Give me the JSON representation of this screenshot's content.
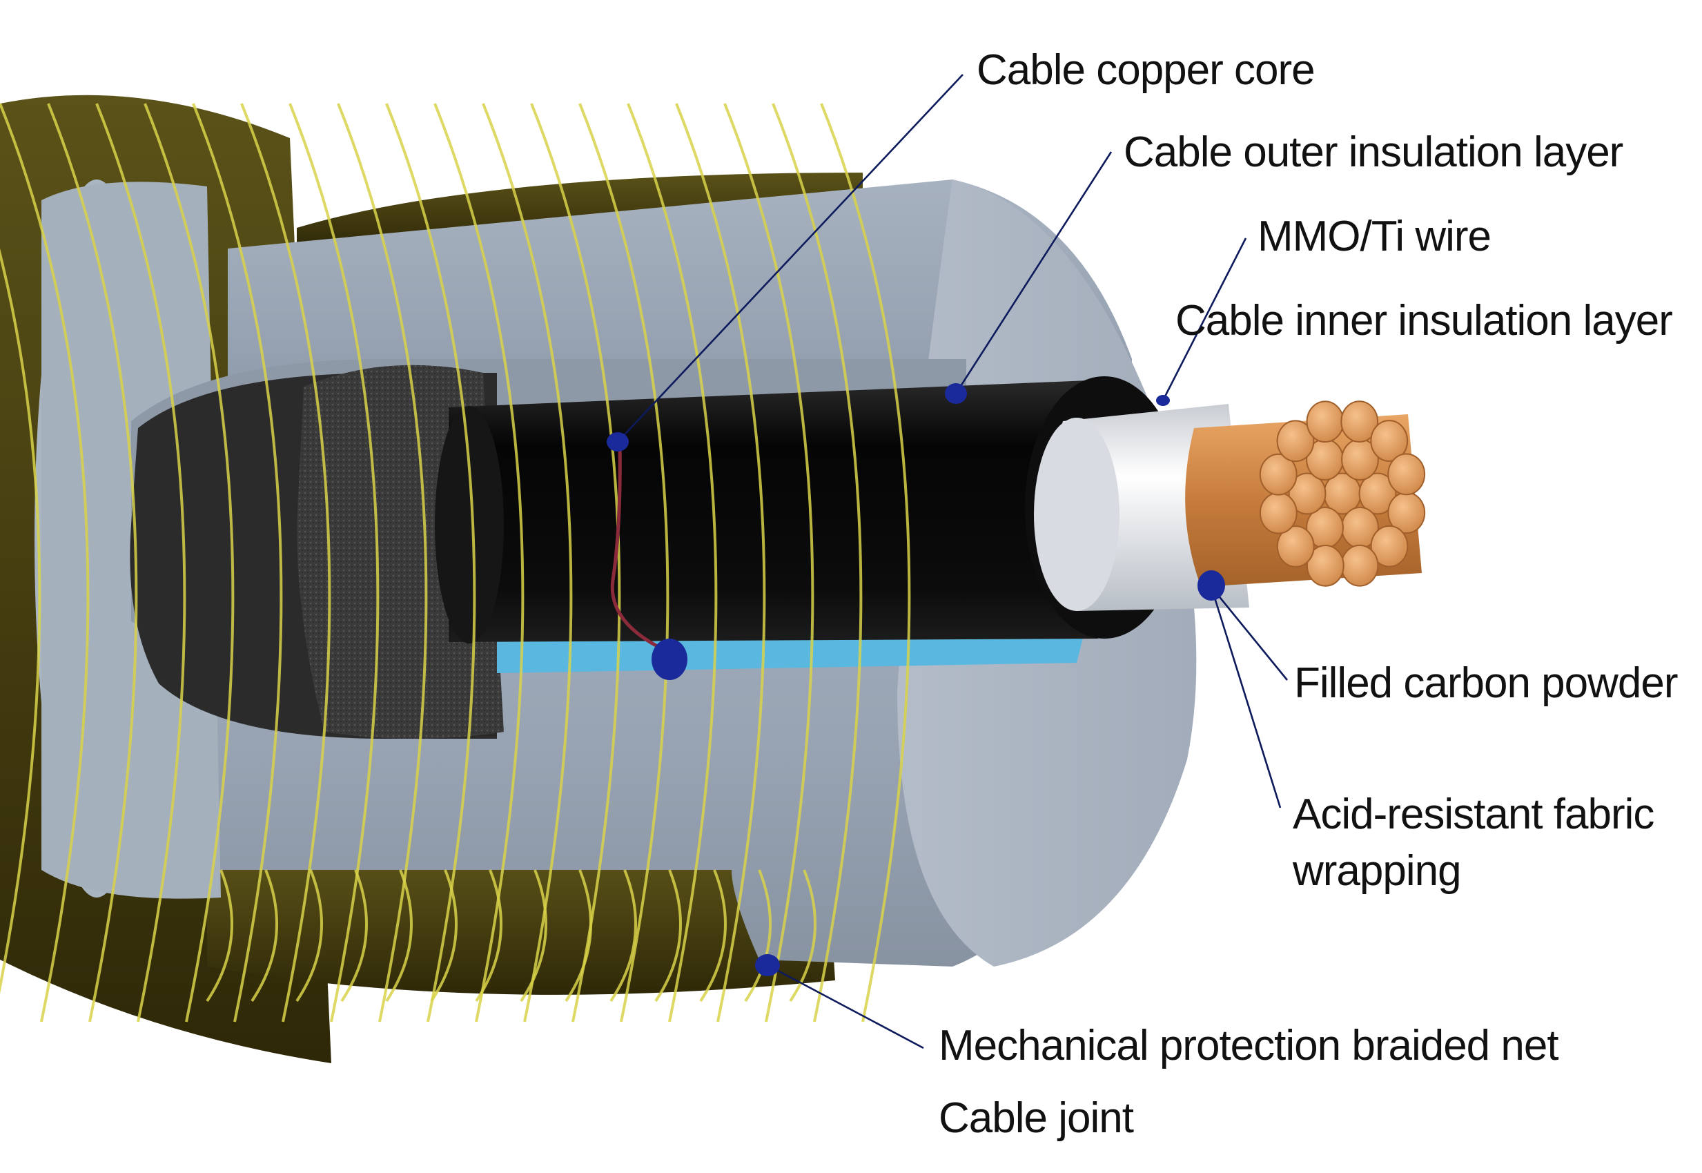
{
  "diagram": {
    "labels": {
      "copper_core": "Cable copper core",
      "outer_insulation": "Cable outer insulation layer",
      "mmo_wire": "MMO/Ti wire",
      "inner_insulation": "Cable inner insulation layer",
      "carbon_powder": "Filled carbon powder",
      "fabric_line1": "Acid-resistant fabric",
      "fabric_line2": "wrapping",
      "braided_net": "Mechanical protection braided net",
      "cable_joint": "Cable joint"
    },
    "colors": {
      "braid_fabric": "#4a4212",
      "braid_wire": "#d8d24a",
      "joint_grey": "#9aa6b4",
      "black_jacket": "#0a0a0a",
      "foam": "#3c3c3c",
      "inner_insulation": "#e4e8ec",
      "copper": "#d08a48",
      "blue_strip": "#5ab8e0",
      "mmo_wire": "#8a2a3a",
      "leader_line": "#0d1a5c",
      "marker": "#1a2a9a"
    }
  }
}
